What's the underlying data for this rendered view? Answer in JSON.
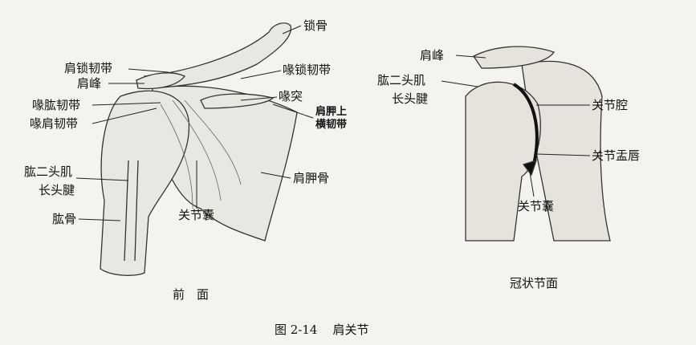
{
  "figure": {
    "caption_number": "图 2-14",
    "caption_title": "肩关节"
  },
  "anterior_view": {
    "title": "前　面",
    "labels": {
      "clavicle": "锁骨",
      "acromioclavicular_ligament": "肩锁韧带",
      "coracoclavicular_ligament": "喙锁韧带",
      "acromion": "肩峰",
      "coracoid_process": "喙突",
      "coracohumeral_ligament": "喙肱韧带",
      "superior_transverse_scapular_ligament_1": "肩胛上",
      "superior_transverse_scapular_ligament_2": "横韧带",
      "coracoacromial_ligament": "喙肩韧带",
      "biceps_long_head_1": "肱二头肌",
      "biceps_long_head_2": "长头腱",
      "scapula": "肩胛骨",
      "humerus": "肱骨",
      "joint_capsule": "关节囊"
    }
  },
  "coronal_section": {
    "title": "冠状节面",
    "labels": {
      "acromion": "肩峰",
      "biceps_long_head_1": "肱二头肌",
      "biceps_long_head_2": "长头腱",
      "joint_cavity": "关节腔",
      "glenoid_labrum": "关节盂唇",
      "joint_capsule": "关节囊"
    }
  }
}
